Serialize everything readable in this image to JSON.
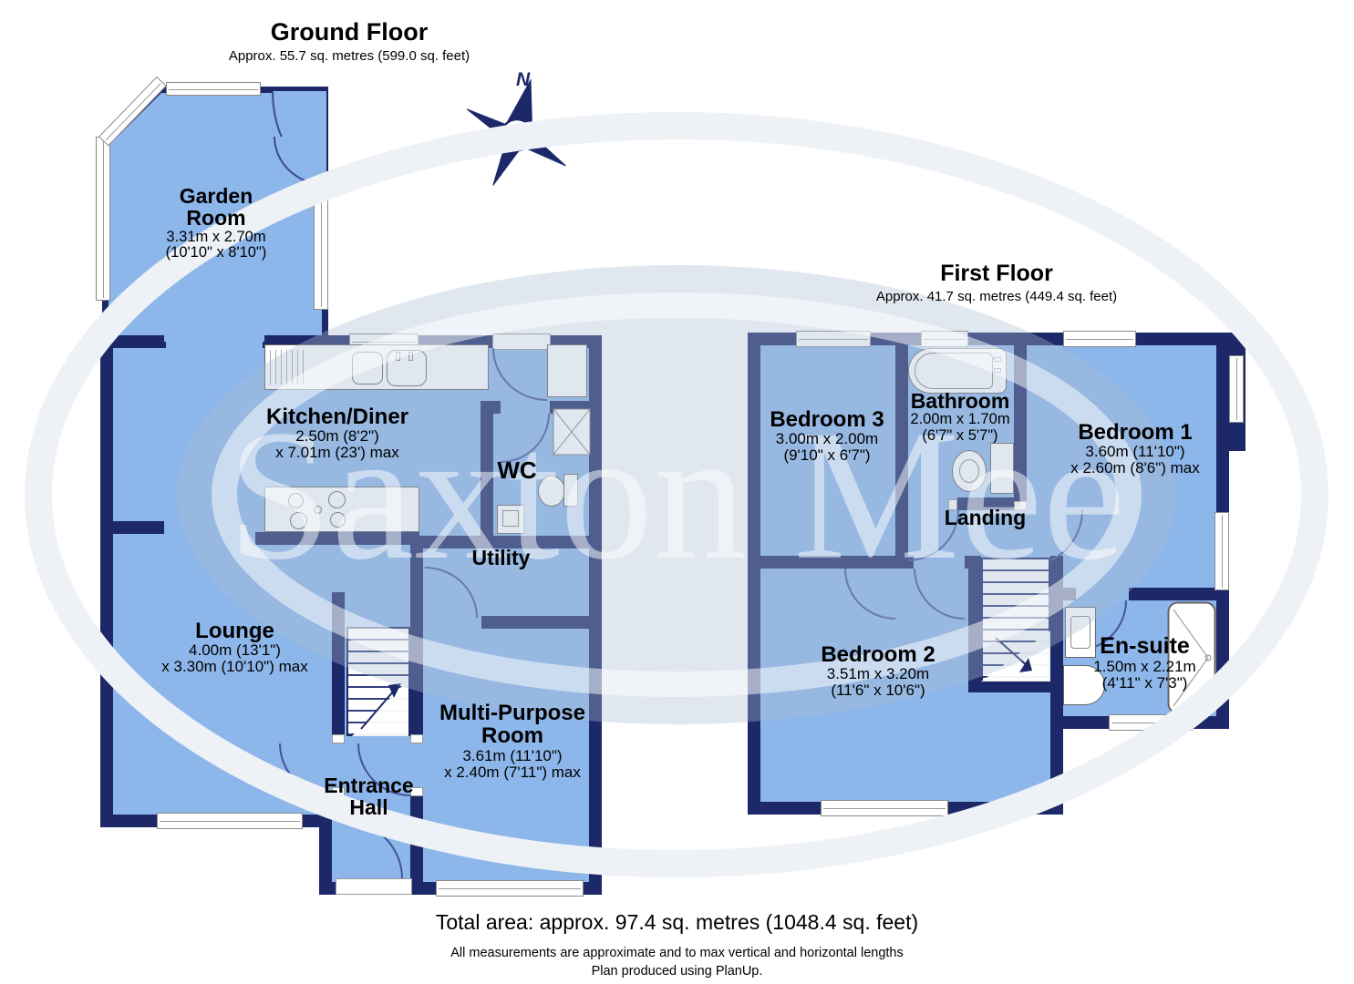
{
  "watermark": {
    "text": "Saxton Mee"
  },
  "compass": {
    "label": "N"
  },
  "colors": {
    "wall": "#1d2869",
    "room_fill": "#8db6ea",
    "door_arc": "#45549a"
  },
  "ground_floor": {
    "title": "Ground Floor",
    "subtitle": "Approx. 55.7 sq. metres (599.0 sq. feet)",
    "rooms": {
      "garden": {
        "name": "Garden Room",
        "dim1": "3.31m x 2.70m",
        "dim2": "(10'10\" x 8'10\")"
      },
      "kitchen": {
        "name": "Kitchen/Diner",
        "dim1": "2.50m (8'2\")",
        "dim2": "x 7.01m (23') max"
      },
      "wc": {
        "name": "WC"
      },
      "utility": {
        "name": "Utility"
      },
      "lounge": {
        "name": "Lounge",
        "dim1": "4.00m (13'1\")",
        "dim2": "x 3.30m (10'10\") max"
      },
      "multi": {
        "name": "Multi-Purpose Room",
        "dim1": "3.61m (11'10\")",
        "dim2": "x 2.40m (7'11\") max"
      },
      "entrance": {
        "name": "Entrance Hall"
      }
    }
  },
  "first_floor": {
    "title": "First Floor",
    "subtitle": "Approx. 41.7 sq. metres (449.4 sq. feet)",
    "rooms": {
      "bedroom3": {
        "name": "Bedroom 3",
        "dim1": "3.00m x 2.00m",
        "dim2": "(9'10\" x 6'7\")"
      },
      "bathroom": {
        "name": "Bathroom",
        "dim1": "2.00m x 1.70m",
        "dim2": "(6'7\" x 5'7\")"
      },
      "bedroom1": {
        "name": "Bedroom 1",
        "dim1": "3.60m (11'10\")",
        "dim2": "x 2.60m (8'6\") max"
      },
      "landing": {
        "name": "Landing"
      },
      "bedroom2": {
        "name": "Bedroom 2",
        "dim1": "3.51m x 3.20m",
        "dim2": "(11'6\" x 10'6\")"
      },
      "ensuite": {
        "name": "En-suite",
        "dim1": "1.50m x 2.21m",
        "dim2": "(4'11\" x 7'3\")"
      }
    }
  },
  "footer": {
    "total": "Total area: approx. 97.4 sq. metres (1048.4 sq. feet)",
    "note1": "All measurements are approximate and to max vertical and horizontal lengths",
    "note2": "Plan produced using PlanUp."
  }
}
